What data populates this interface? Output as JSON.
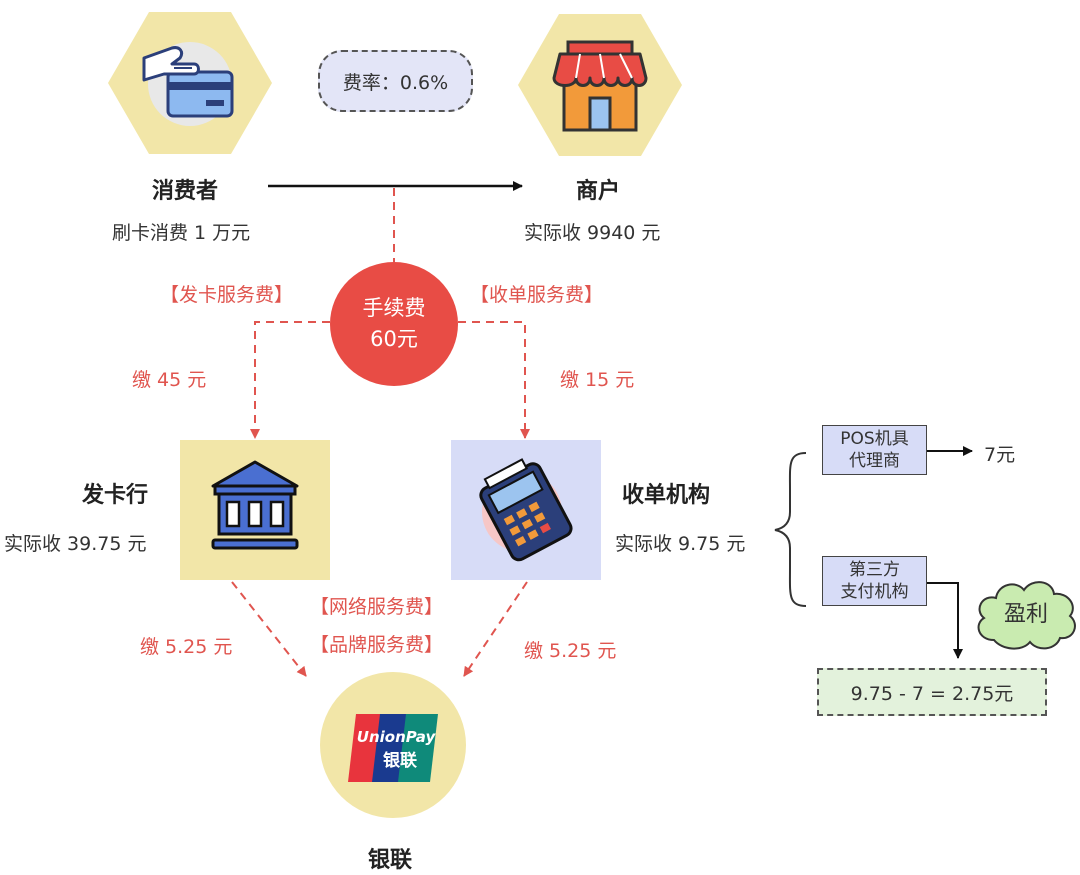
{
  "rate": "费率：0.6%",
  "consumer": {
    "title": "消费者",
    "sub": "刷卡消费 1 万元"
  },
  "merchant": {
    "title": "商户",
    "sub": "实际收 9940 元"
  },
  "fee": {
    "line1": "手续费",
    "line2": "60元"
  },
  "labels": {
    "issuer_fee": "【发卡服务费】",
    "acquirer_fee": "【收单服务费】",
    "pay45": "缴 45 元",
    "pay15": "缴 15 元",
    "network_fee": "【网络服务费】",
    "brand_fee": "【品牌服务费】",
    "pay525_left": "缴 5.25 元",
    "pay525_right": "缴 5.25 元"
  },
  "issuer": {
    "title": "发卡行",
    "sub": "实际收 39.75 元"
  },
  "acquirer": {
    "title": "收单机构",
    "sub": "实际收 9.75 元"
  },
  "unionpay": {
    "title": "银联",
    "logo_top": "UnionPay",
    "logo_bottom": "银联"
  },
  "pos_agent": {
    "line1": "POS机具",
    "line2": "代理商",
    "amount": "7元"
  },
  "third_party": {
    "line1": "第三方",
    "line2": "支付机构"
  },
  "profit": "盈利",
  "result": "9.75 - 7 = 2.75元",
  "colors": {
    "accent_red": "#e84c45",
    "label_red": "#e0554f",
    "yellow": "#f2e6a8",
    "lavender": "#d7dcf7",
    "green": "#c9ebb0"
  }
}
